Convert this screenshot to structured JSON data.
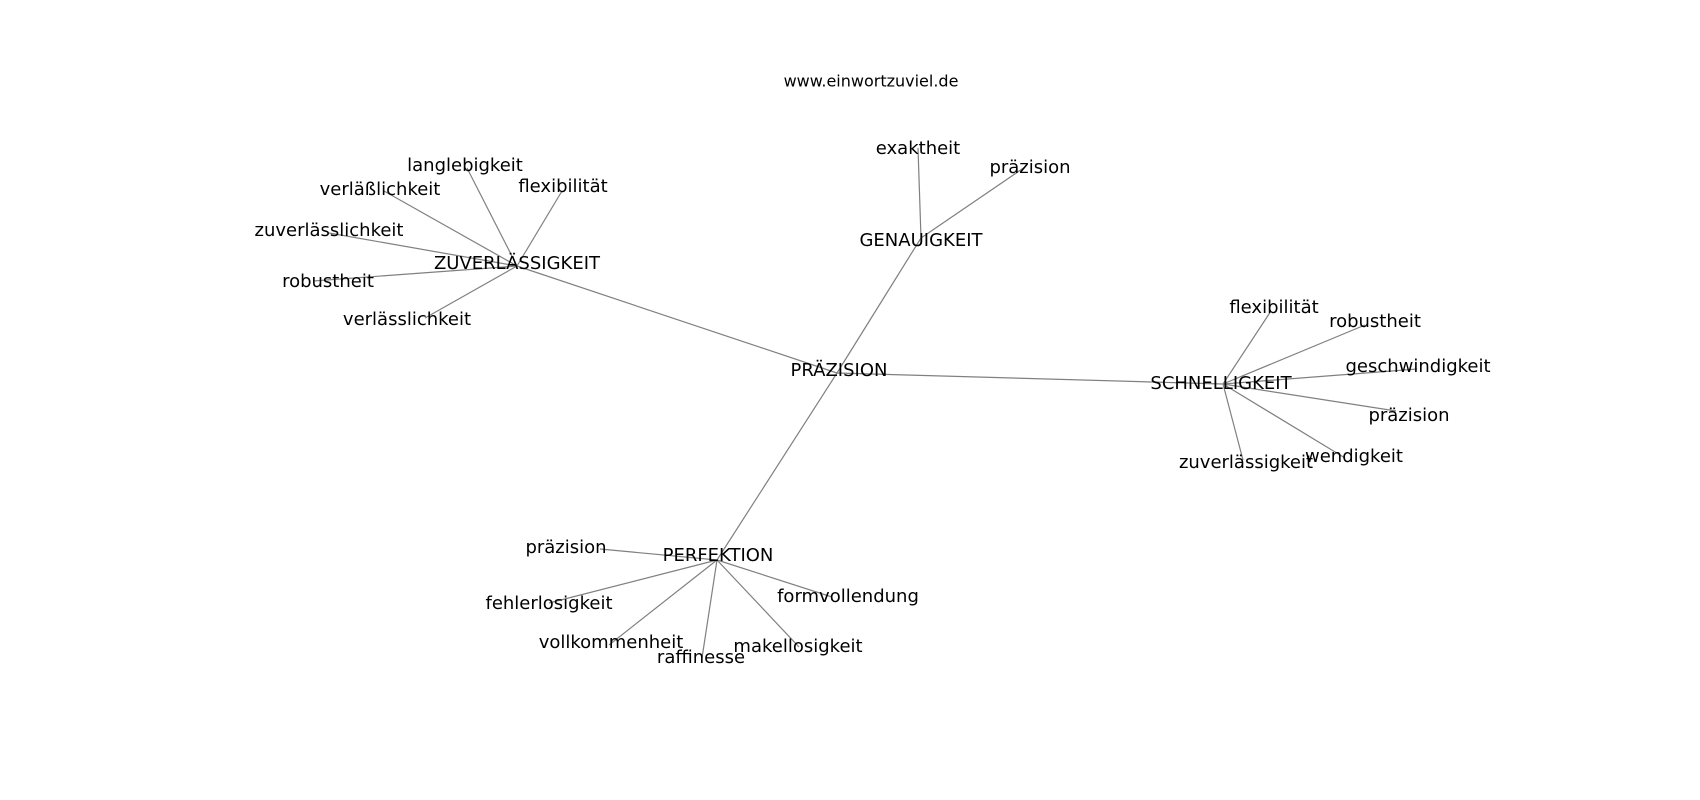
{
  "site": "www.einwortzuviel.de",
  "colors": {
    "edge": "#808080",
    "text": "#000000",
    "background": "#ffffff"
  },
  "graph": {
    "center": "PRÄZISION",
    "clusters": [
      {
        "hub": "ZUVERLÄSSIGKEIT",
        "leaves": [
          "langlebigkeit",
          "flexibilität",
          "verläßlichkeit",
          "zuverlässlichkeit",
          "robustheit",
          "verlässlichkeit"
        ]
      },
      {
        "hub": "GENAUIGKEIT",
        "leaves": [
          "exaktheit",
          "präzision"
        ]
      },
      {
        "hub": "SCHNELLIGKEIT",
        "leaves": [
          "flexibilität",
          "robustheit",
          "geschwindigkeit",
          "präzision",
          "wendigkeit",
          "zuverlässigkeit"
        ]
      },
      {
        "hub": "PERFEKTION",
        "leaves": [
          "präzision",
          "fehlerlosigkeit",
          "vollkommenheit",
          "raffinesse",
          "makellosigkeit",
          "formvollendung"
        ]
      }
    ]
  }
}
